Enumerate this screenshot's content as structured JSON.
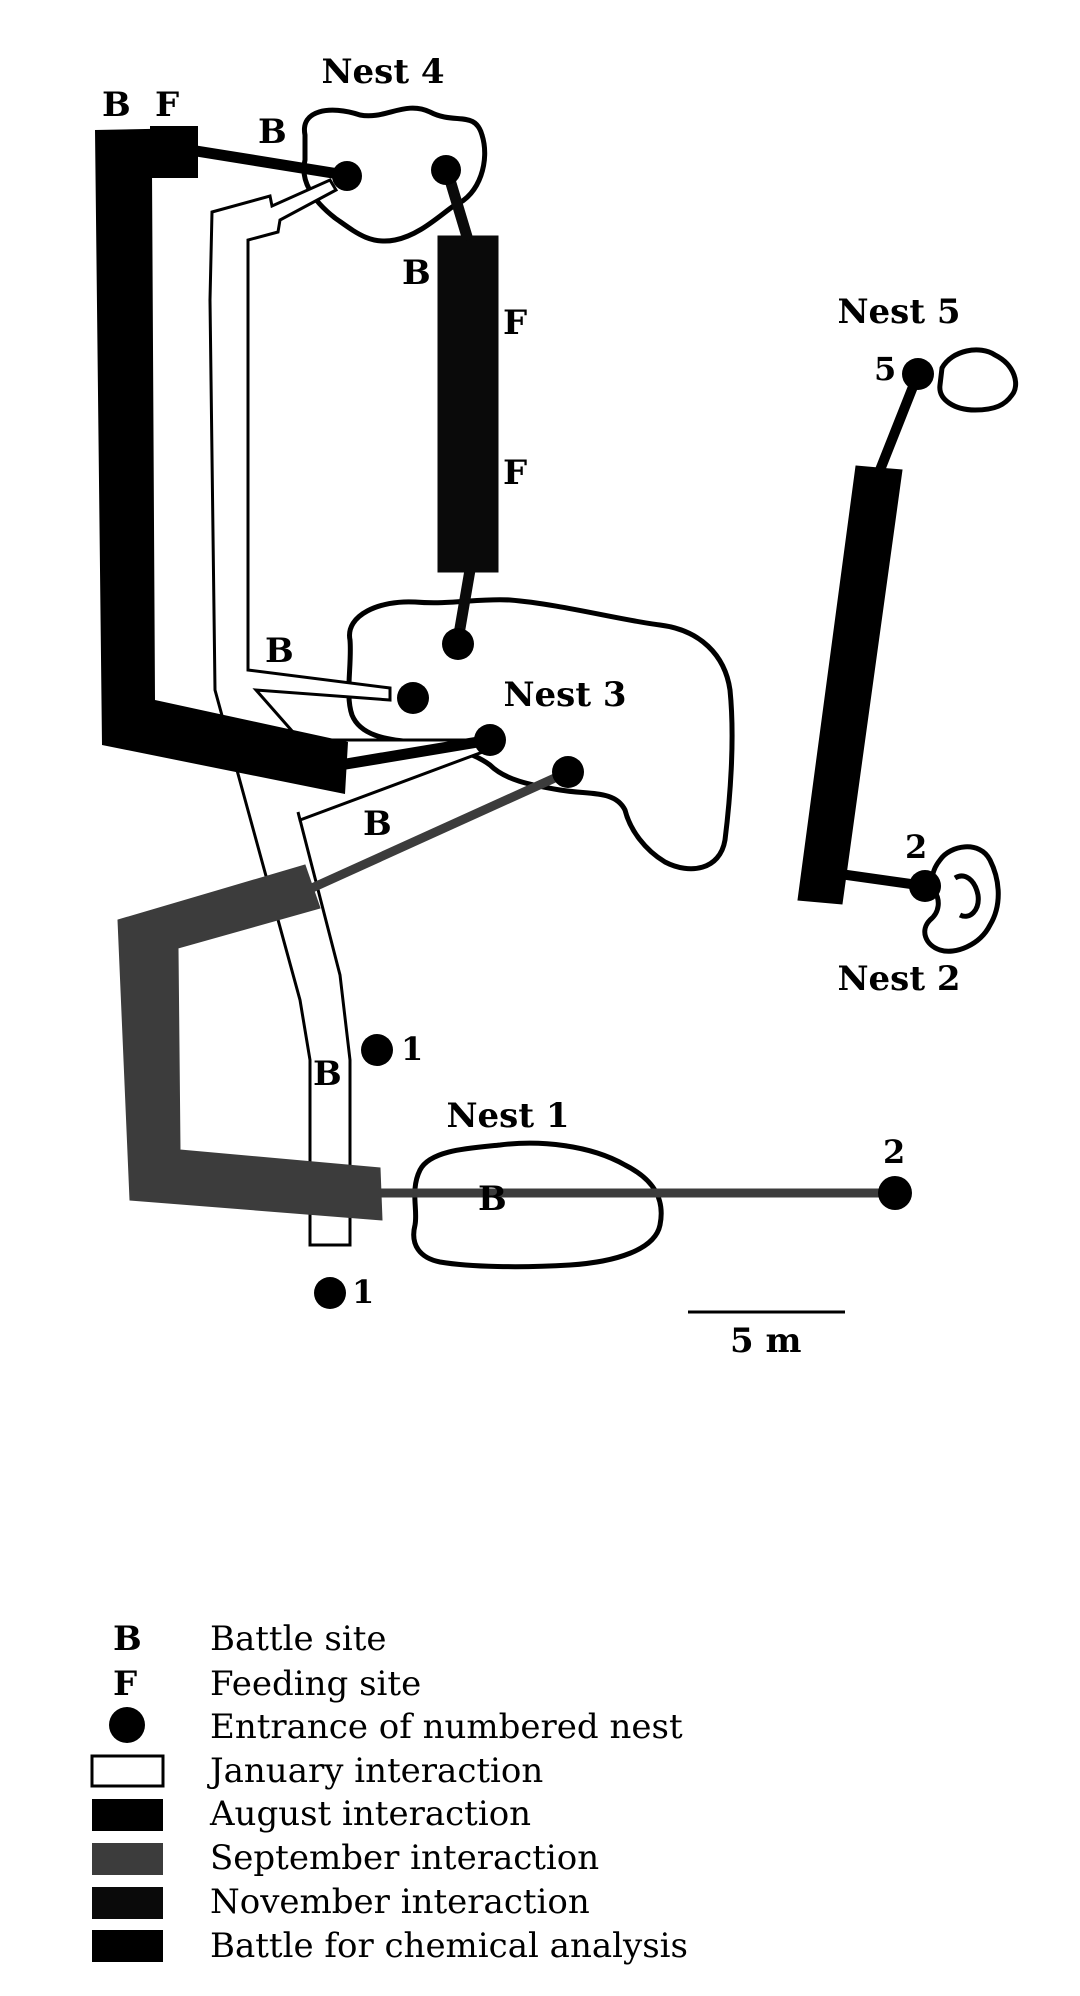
{
  "colors": {
    "ink": "#000000",
    "paper": "#ffffff",
    "august": "#000000",
    "september": "#3c3c3c",
    "november": "#0a0a0a",
    "chemical": "#000000",
    "january_fill": "#ffffff"
  },
  "nests": {
    "nest1": "Nest 1",
    "nest2": "Nest 2",
    "nest3": "Nest 3",
    "nest4": "Nest 4",
    "nest5": "Nest 5"
  },
  "site_labels": {
    "battle": "B",
    "feeding": "F"
  },
  "entrance_numbers": {
    "one": "1",
    "two": "2",
    "five": "5"
  },
  "scale_bar": {
    "label": "5 m"
  },
  "legend": [
    {
      "symbol": "B",
      "text": "Battle site"
    },
    {
      "symbol": "F",
      "text": "Feeding site"
    },
    {
      "symbol": "dot",
      "text": "Entrance of numbered nest"
    },
    {
      "symbol": "january",
      "text": "January interaction"
    },
    {
      "symbol": "august",
      "text": "August interaction"
    },
    {
      "symbol": "september",
      "text": "September interaction"
    },
    {
      "symbol": "november",
      "text": "November interaction"
    },
    {
      "symbol": "chemical",
      "text": "Battle for chemical analysis"
    }
  ]
}
